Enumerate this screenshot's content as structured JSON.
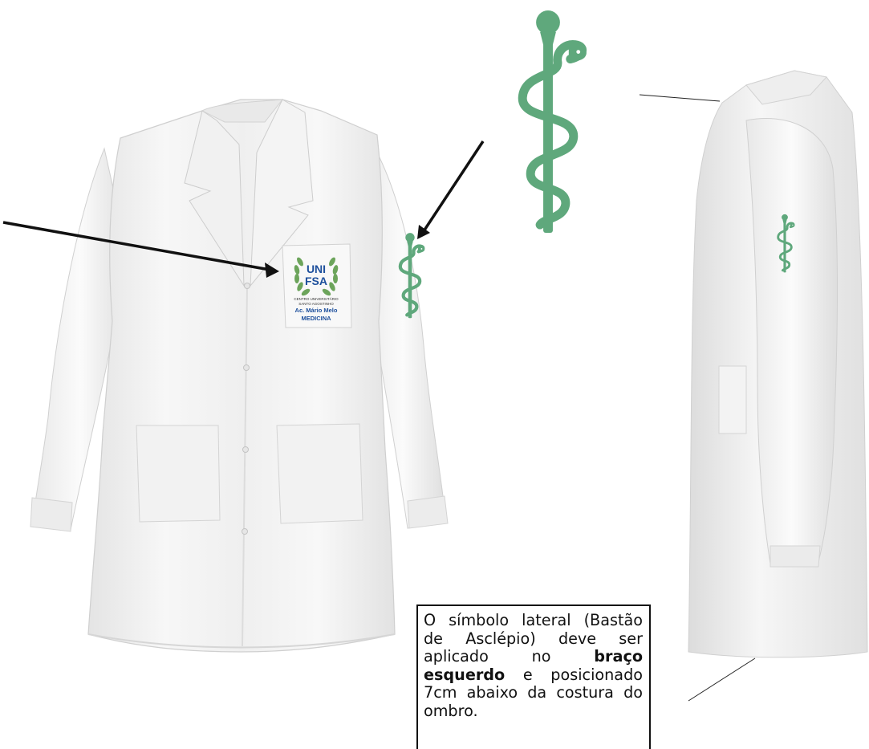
{
  "colors": {
    "symbol_green": "#5fa87c",
    "badge_blue": "#1d4f9c",
    "laurel_green": "#6ca45b",
    "coat_white": "#f3f3f3",
    "coat_shadow": "#d9d9d9",
    "arrow": "#111111"
  },
  "badge": {
    "line1": "UNI",
    "line2": "FSA",
    "subtitle_1": "CENTRO UNIVERSITÁRIO",
    "subtitle_2": "SANTO AGOSTINHO",
    "name": "Ac. Mário Melo",
    "course": "MEDICINA"
  },
  "note": {
    "part1": "O símbolo lateral (Bastão de Asclépio)  deve ser aplicado no ",
    "bold1": "braço esquerdo",
    "part2": " e posicionado 7cm abaixo da costura do ombro."
  },
  "icons": [
    "rod-of-asclepius-icon",
    "laurel-icon",
    "arrow-icon"
  ]
}
